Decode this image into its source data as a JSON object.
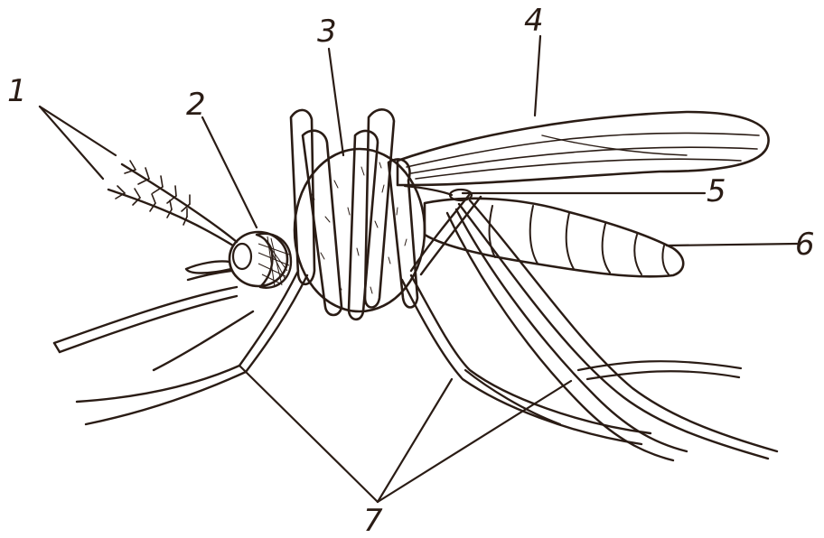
{
  "labels": {
    "l1": "1",
    "l2": "2",
    "l3": "3",
    "l4": "4",
    "l5": "5",
    "l6": "6",
    "l7": "7"
  },
  "colors": {
    "ink": "#2a1c15",
    "background": "#ffffff"
  }
}
